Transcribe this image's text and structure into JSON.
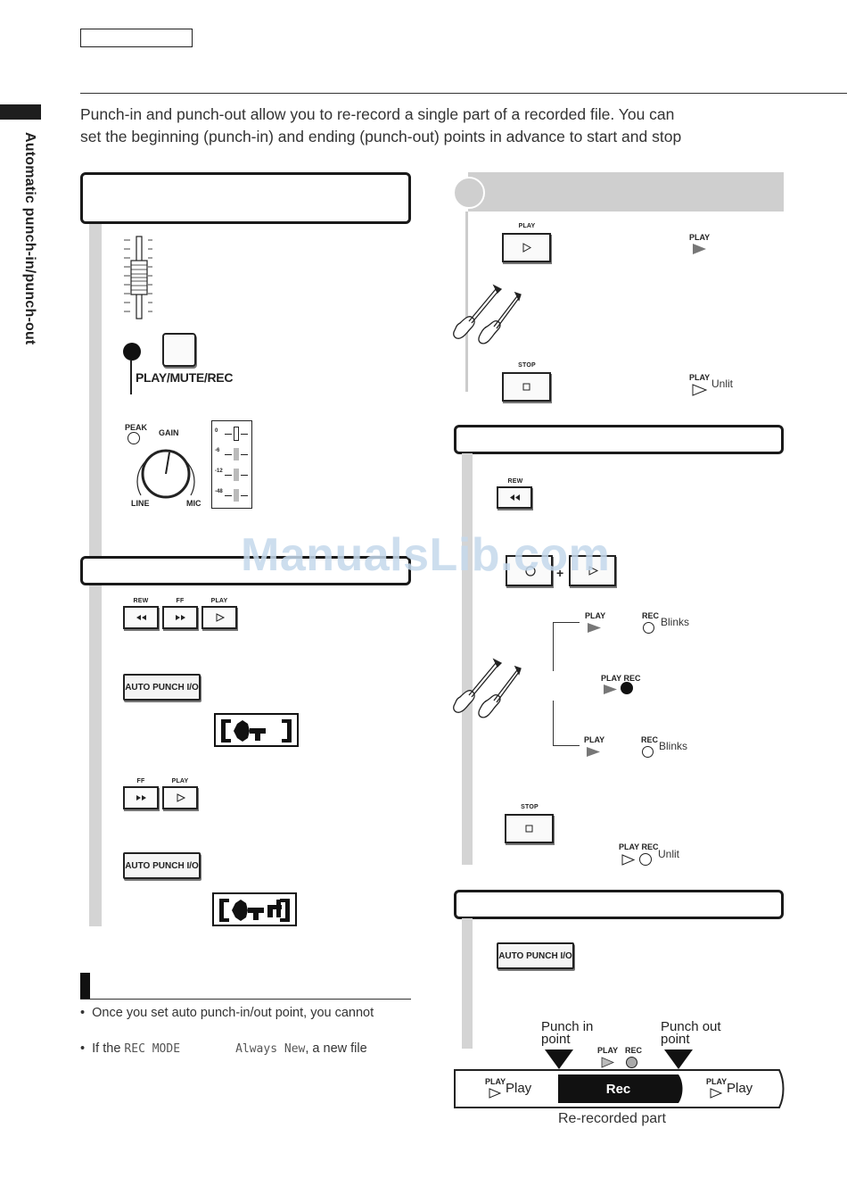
{
  "side_title": "Automatic punch-in/punch-out",
  "intro": {
    "line1": "Punch-in and punch-out allow you to re-record a single part of a recorded file. You can",
    "line2": "set the beginning (punch-in) and ending (punch-out) points in advance to start and stop"
  },
  "left": {
    "track_button_label": "PLAY/MUTE/REC",
    "input": {
      "peak": "PEAK",
      "gain": "GAIN",
      "line": "LINE",
      "mic": "MIC",
      "meter_ticks": [
        "0",
        "-6",
        "-12",
        "-48"
      ]
    },
    "transport_labels": {
      "rew": "REW",
      "ff": "FF",
      "play": "PLAY"
    },
    "auto_punch_label": "AUTO PUNCH I/O"
  },
  "note": {
    "bullet1": "Once you set auto punch-in/out point, you cannot",
    "bullet2_prefix": "If the",
    "bullet2_mode": "REC MODE",
    "bullet2_value": "Always New",
    "bullet2_suffix": ", a new file"
  },
  "right": {
    "play_label": "PLAY",
    "stop_label": "STOP",
    "rew_label": "REW",
    "rec_label": "REC",
    "unlit": "Unlit",
    "blinks": "Blinks",
    "play_rec_label": "PLAY REC",
    "auto_punch_label": "AUTO PUNCH I/O"
  },
  "timeline": {
    "punch_in": [
      "Punch in",
      "point"
    ],
    "punch_out": [
      "Punch out",
      "point"
    ],
    "play_word": "Play",
    "play_small": "PLAY",
    "rec_small": "REC",
    "rec_word": "Rec",
    "caption": "Re-recorded part"
  },
  "watermark": "ManualsLib.com"
}
